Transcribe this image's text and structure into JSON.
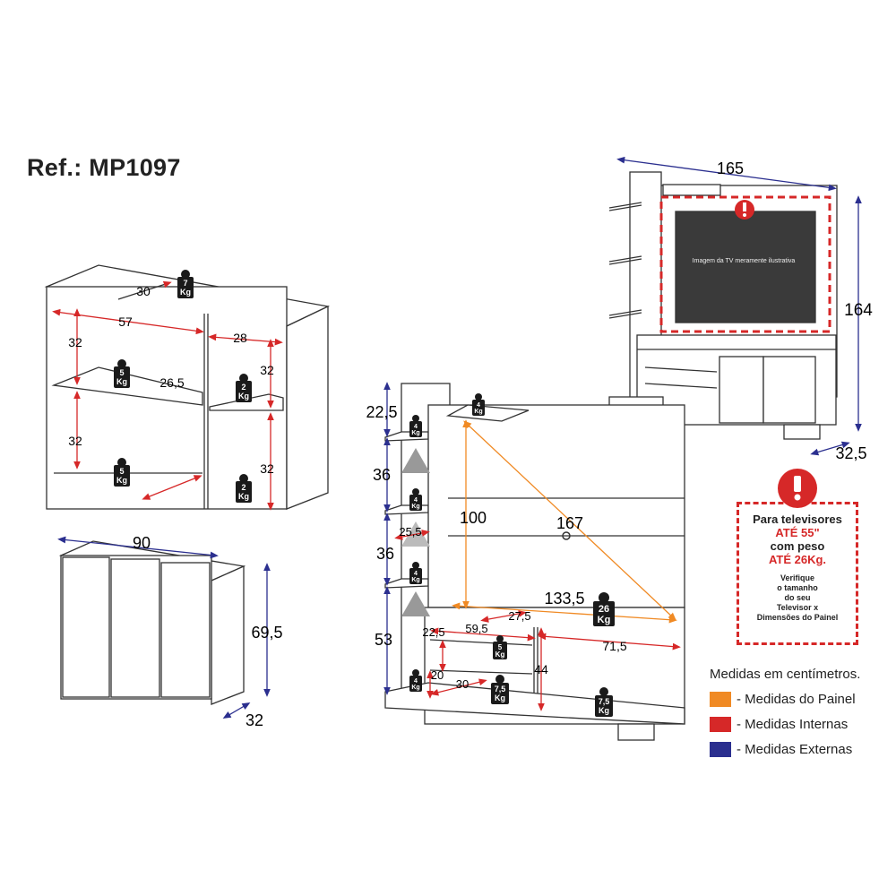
{
  "reference": "Ref.: MP1097",
  "colors": {
    "painel": "#f08a24",
    "internas": "#d62828",
    "externas": "#2b2f8f",
    "line": "#333333",
    "weight": "#1a1a1a"
  },
  "tv_label": "Imagem da TV meramente ilustrativa",
  "overview": {
    "width": "165",
    "height": "164",
    "depth": "32,5"
  },
  "wall_cabinet": {
    "top": "30",
    "inner_width": "57",
    "right_width": "28",
    "left_shelf_upper": "32",
    "left_shelf_lower": "32",
    "right_shelf_upper": "32",
    "right_shelf_lower": "32",
    "shelf_depth": "26,5",
    "weights": {
      "top": {
        "num": "7",
        "unit": "Kg"
      },
      "shelf_mid": {
        "num": "5",
        "unit": "Kg"
      },
      "shelf_bottom": {
        "num": "5",
        "unit": "Kg"
      },
      "right_mid": {
        "num": "2",
        "unit": "Kg"
      },
      "right_bottom": {
        "num": "2",
        "unit": "Kg"
      }
    }
  },
  "closed_cabinet": {
    "width": "90",
    "height": "69,5",
    "depth": "32"
  },
  "panel": {
    "top_shelf": "22,5",
    "shelf_gap_1": "36",
    "shelf_gap_2": "36",
    "base_height": "53",
    "side_depth": "25,5",
    "panel_height": "100",
    "diagonal": "167",
    "panel_width": "133,5",
    "niche_depth": "27,5",
    "niche_width": "59,5",
    "niche_height": "22,5",
    "lower_height": "20",
    "lower_depth": "30",
    "right_width": "71,5",
    "right_height": "44",
    "weights": {
      "top": {
        "num": "4",
        "unit": "Kg"
      },
      "side1": {
        "num": "4",
        "unit": "Kg"
      },
      "side2": {
        "num": "4",
        "unit": "Kg"
      },
      "side3": {
        "num": "4",
        "unit": "Kg"
      },
      "side4": {
        "num": "4",
        "unit": "Kg"
      },
      "tv": {
        "num": "26",
        "unit": "Kg"
      },
      "niche": {
        "num": "5",
        "unit": "Kg"
      },
      "lower": {
        "num": "7,5",
        "unit": "Kg"
      },
      "right": {
        "num": "7,5",
        "unit": "Kg"
      }
    }
  },
  "warning": {
    "line1": "Para televisores",
    "line2": "ATÉ 55\"",
    "line3": "com peso",
    "line4": "ATÉ 26Kg.",
    "note1": "Verifique",
    "note2": "o tamanho",
    "note3": "do seu",
    "note4": "Televisor x",
    "note5": "Dimensões do Painel"
  },
  "legend": {
    "title": "Medidas em centímetros.",
    "painel": "- Medidas do Painel",
    "internas": "- Medidas Internas",
    "externas": "- Medidas Externas"
  }
}
